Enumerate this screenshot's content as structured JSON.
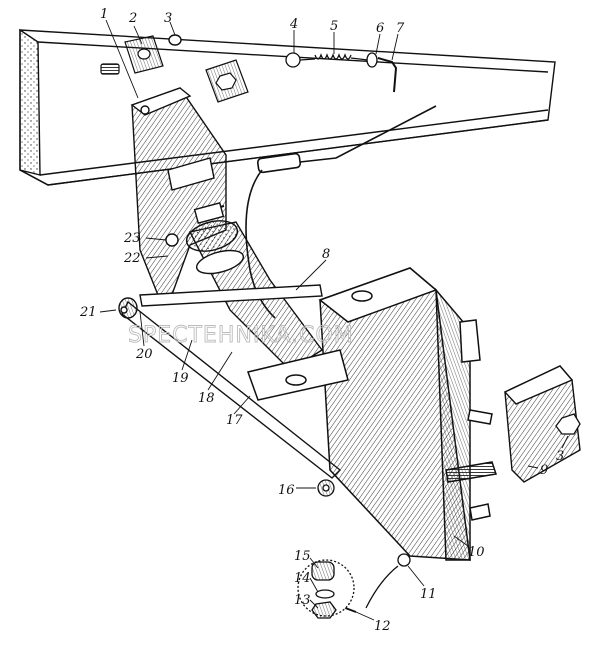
{
  "watermark": "SPECTEHNIKA.COM",
  "callouts": [
    "1",
    "2",
    "3",
    "4",
    "5",
    "6",
    "7",
    "22",
    "23",
    "8",
    "21",
    "20",
    "19",
    "18",
    "17",
    "16",
    "3",
    "9",
    "10",
    "11",
    "12",
    "13",
    "14",
    "15"
  ],
  "colors": {
    "ink": "#111111",
    "paper": "#ffffff",
    "shade": "#555555",
    "watermark": "#bdbdbd"
  }
}
